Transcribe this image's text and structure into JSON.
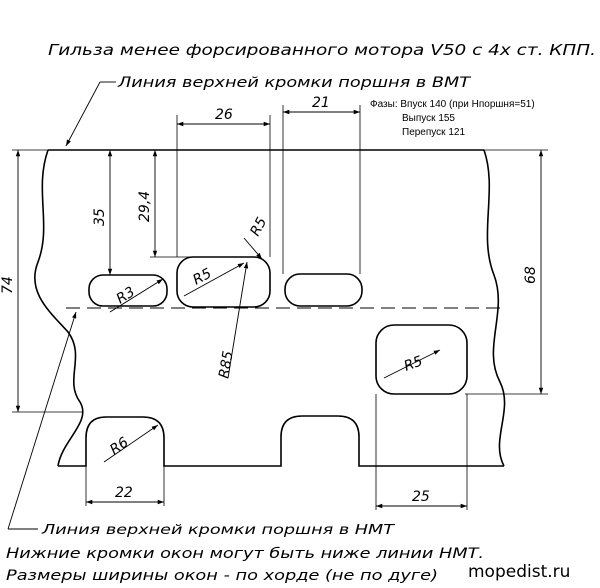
{
  "title": "Гильза менее форсированного мотора V50 с 4х ст. КПП.",
  "labels": {
    "tdc_line": "Линия верхней кромки поршня в ВМТ",
    "bdc_line": "Линия верхней кромки поршня в НМТ",
    "note_1": "Нижние кромки окон могут быть ниже линии НМТ.",
    "note_2": "Размеры ширины окон - по хорде (не по дуге)"
  },
  "phases": {
    "line_1": "Фазы: Впуск 140 (при Нпоршня=51)",
    "line_2": "Выпуск 155",
    "line_3": "Перепуск 121"
  },
  "dimensions": {
    "width_26": "26",
    "width_21": "21",
    "height_35": "35",
    "height_29_4": "29,4",
    "height_74": "74",
    "height_68": "68",
    "width_22": "22",
    "width_25": "25"
  },
  "radii": {
    "r3": "R3",
    "r5_a": "R5",
    "r5_b": "R5",
    "r85": "R85",
    "r5_c": "R5",
    "r6": "R6"
  },
  "watermark": "mopedist.ru"
}
